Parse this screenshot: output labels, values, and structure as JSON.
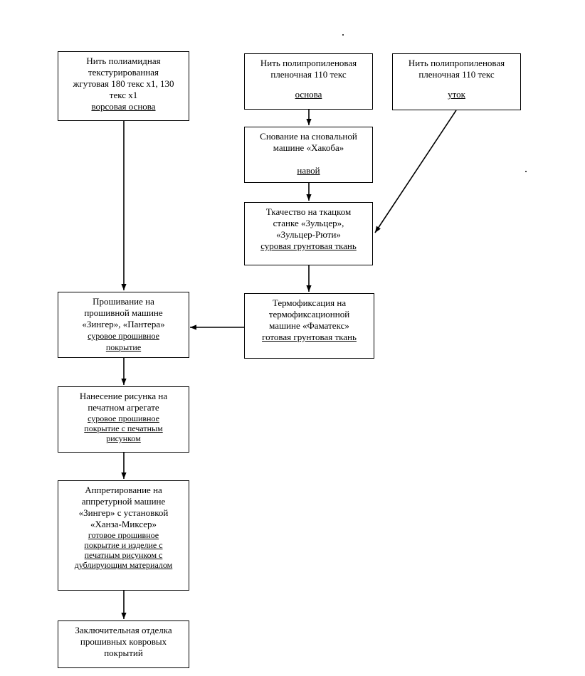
{
  "boxes": {
    "pile_yarn": {
      "l1": "Нить полиамидная",
      "l2": "текстурированная",
      "l3": "жгутовая 180 текс х1, 130",
      "l4": "текс х1",
      "sub": "ворсовая основа"
    },
    "pp_warp": {
      "l1": "Нить полипропиленовая",
      "l2": "пленочная 110 текс",
      "sub": "основа"
    },
    "pp_weft": {
      "l1": "Нить полипропиленовая",
      "l2": "пленочная 110 текс",
      "sub": "уток"
    },
    "warping": {
      "l1": "Снование на сновальной",
      "l2": "машине «Хакоба»",
      "sub": "навой"
    },
    "weaving": {
      "l1": "Ткачество на ткацком",
      "l2": "станке «Зульцер»,",
      "l3": "«Зульцер-Рюти»",
      "sub": "суровая грунтовая ткань"
    },
    "heatset": {
      "l1": "Термофиксация на",
      "l2": "термофиксационной",
      "l3": "машине «Фаматекс»",
      "sub": "готовая грунтовая ткань"
    },
    "tufting": {
      "l1": "Прошивание на",
      "l2": "прошивной машине",
      "l3": "«Зингер», «Пантера»",
      "sub1": "суровое прошивное",
      "sub2": "покрытие"
    },
    "printing": {
      "l1": "Нанесение рисунка на",
      "l2": "печатном агрегате",
      "sub1": "суровое прошивное",
      "sub2": "покрытие с печатным",
      "sub3": "рисунком"
    },
    "finishing_coat": {
      "l1": "Аппретирование на",
      "l2": "аппретурной машине",
      "l3": "«Зингер» с установкой",
      "l4": "«Ханза-Миксер»",
      "sub1": "готовое прошивное",
      "sub2": "покрытие и изделие  с",
      "sub3": "печатным рисунком с",
      "sub4": "дублирующим материалом"
    },
    "final": {
      "l1": "Заключительная отделка",
      "l2": "прошивных ковровых",
      "l3": "покрытий"
    }
  },
  "colors": {
    "line": "#000000",
    "background": "#ffffff"
  }
}
